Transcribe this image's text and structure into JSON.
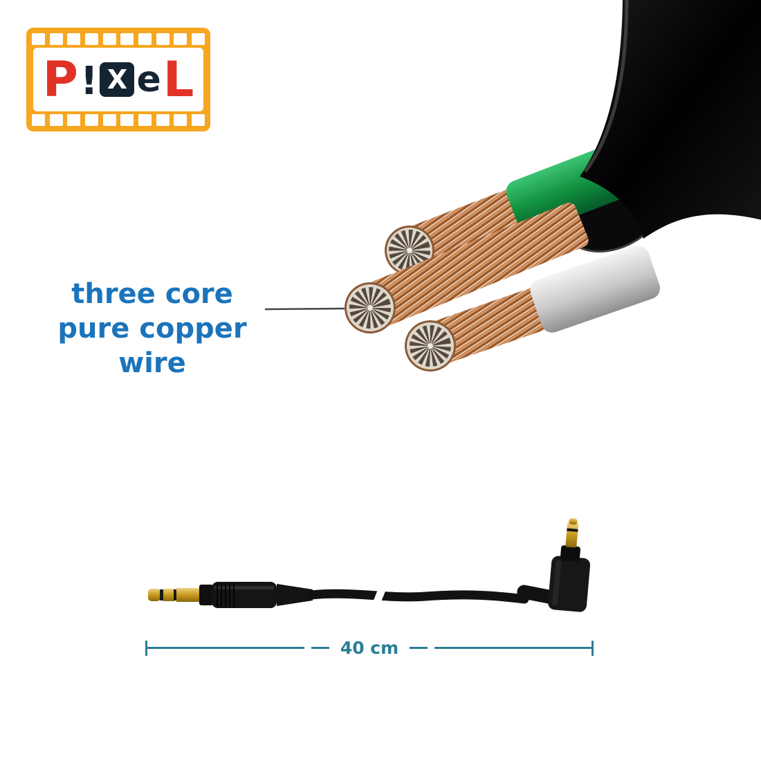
{
  "logo": {
    "brand": "PIXEL",
    "letters": {
      "p": "P",
      "i": "!",
      "x": "X",
      "e": "e",
      "l": "L"
    },
    "strip_color": "#F7A61F",
    "accent_red": "#E03226",
    "accent_dark": "#152433"
  },
  "annotation": {
    "line1": "three core",
    "line2": "pure copper wire",
    "color": "#1B74BB"
  },
  "measurement": {
    "label": "40 cm",
    "color": "#2B7E96"
  },
  "art": {
    "cable_color": "#0E0E0E",
    "copper_color": "#B26D3F",
    "green_sleeve_color": "#12913F",
    "silver_sleeve_color": "#C8C8C8",
    "gold_color": "#C9991C"
  }
}
